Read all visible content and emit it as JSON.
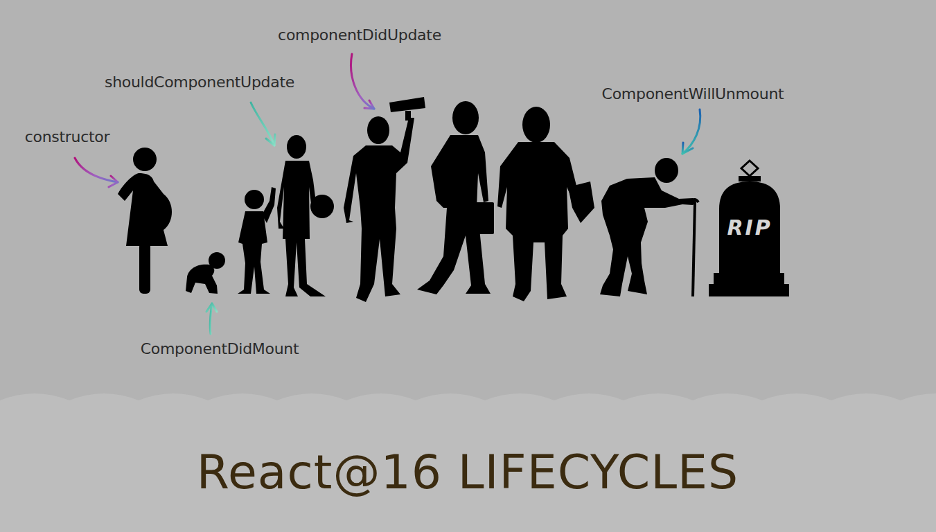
{
  "diagram": {
    "title": "React@16 LIFECYCLES",
    "nodes": [
      {
        "text": [
          "RIP"
        ]
      }
    ],
    "labels": [
      "constructor",
      "ComponentDidMount",
      "shouldComponentUpdate",
      "componentDidUpdate",
      "ComponentWillUnmount"
    ]
  }
}
